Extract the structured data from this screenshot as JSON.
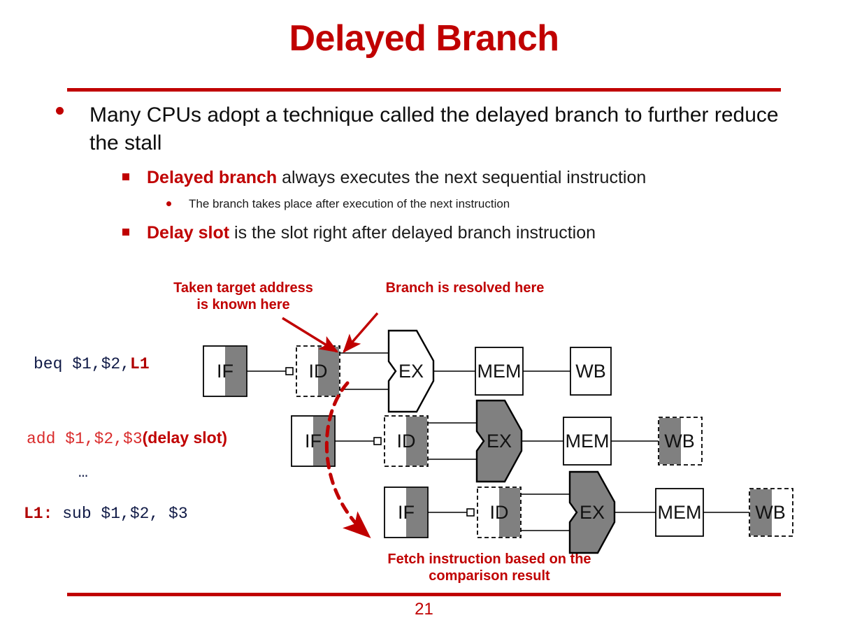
{
  "slide": {
    "title": "Delayed Branch",
    "page_number": "21",
    "accent_color": "#C00000",
    "gray_fill": "#808080"
  },
  "bullets": {
    "level1": "Many CPUs adopt a technique called the delayed branch to further reduce the stall",
    "level2_a_bold": "Delayed branch",
    "level2_a_rest": " always executes the next sequential instruction",
    "level3_a": "The branch takes place after execution of the next instruction",
    "level2_b_bold": "Delay slot",
    "level2_b_rest": " is the slot right after delayed branch instruction"
  },
  "instructions": {
    "beq_code": "beq $1,$2,",
    "beq_label": "L1",
    "add_code": "add $1,$2,$3",
    "add_note": "(delay slot)",
    "ellipsis": "…",
    "sub_label": "L1:",
    "sub_code": " sub $1,$2, $3"
  },
  "annotations": {
    "taken_target": "Taken target address\nis known here",
    "branch_resolved": "Branch is resolved here",
    "fetch_instruction": "Fetch instruction based on the\ncomparison result"
  },
  "diagram": {
    "rows": [
      {
        "name": "row-beq",
        "stages": [
          {
            "label": "IF",
            "shape": "box",
            "border": "solid",
            "fill": "half-right-gray"
          },
          {
            "label": "ID",
            "shape": "box",
            "border": "dashed",
            "fill": "half-right-gray"
          },
          {
            "label": "EX",
            "shape": "alu",
            "border": "solid",
            "fill": "white"
          },
          {
            "label": "MEM",
            "shape": "box",
            "border": "solid",
            "fill": "white"
          },
          {
            "label": "WB",
            "shape": "box",
            "border": "solid",
            "fill": "white"
          }
        ]
      },
      {
        "name": "row-add",
        "stages": [
          {
            "label": "IF",
            "shape": "box",
            "border": "solid",
            "fill": "half-right-gray"
          },
          {
            "label": "ID",
            "shape": "box",
            "border": "dashed",
            "fill": "half-right-gray"
          },
          {
            "label": "EX",
            "shape": "alu",
            "border": "solid",
            "fill": "gray"
          },
          {
            "label": "MEM",
            "shape": "box",
            "border": "solid",
            "fill": "white"
          },
          {
            "label": "WB",
            "shape": "box",
            "border": "dashed",
            "fill": "half-left-gray"
          }
        ]
      },
      {
        "name": "row-sub",
        "stages": [
          {
            "label": "IF",
            "shape": "box",
            "border": "solid",
            "fill": "half-right-gray"
          },
          {
            "label": "ID",
            "shape": "box",
            "border": "dashed",
            "fill": "half-right-gray"
          },
          {
            "label": "EX",
            "shape": "alu",
            "border": "solid",
            "fill": "gray"
          },
          {
            "label": "MEM",
            "shape": "box",
            "border": "solid",
            "fill": "white"
          },
          {
            "label": "WB",
            "shape": "box",
            "border": "dashed",
            "fill": "half-left-gray"
          }
        ]
      }
    ]
  }
}
